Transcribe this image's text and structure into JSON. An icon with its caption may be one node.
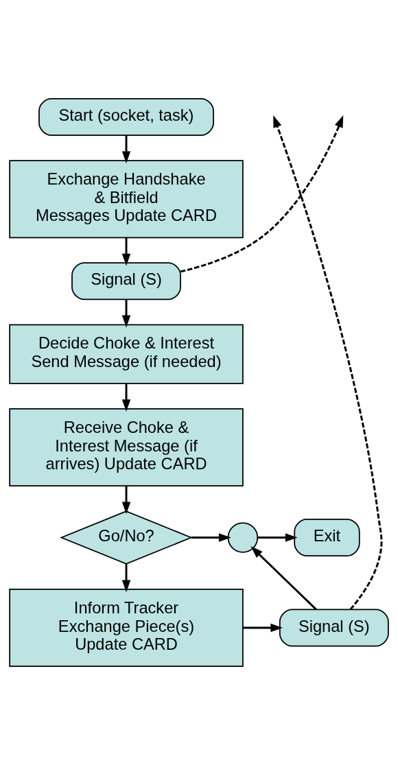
{
  "diagram": {
    "nodes": [
      {
        "text": [
          "Start (socket, task)"
        ]
      },
      {
        "text": [
          "Exchange Handshake & Bitfield Messages Update CARD"
        ]
      },
      {
        "text": [
          "Signal (S)"
        ]
      },
      {
        "text": [
          "Decide Choke & Interest Send Message (if needed)"
        ]
      },
      {
        "text": [
          "Receive Choke & Interest Message (if arrives) Update CARD"
        ]
      },
      {
        "text": [
          "Go/No?"
        ]
      },
      {
        "text": [],
        "shape": "circle"
      },
      {
        "text": [
          "Exit"
        ]
      },
      {
        "text": [
          "Signal (S)"
        ]
      },
      {
        "text": [
          "Inform Tracker Exchange Piece(s) Update CARD"
        ]
      }
    ],
    "edges": [
      {
        "from": 0,
        "to": 1,
        "arrow": "to"
      },
      {
        "from": 1,
        "to": 2,
        "arrow": "to"
      },
      {
        "from": 2,
        "to": null,
        "arrow": "to",
        "style": "dashed"
      },
      {
        "from": 2,
        "to": 3,
        "arrow": "to"
      },
      {
        "from": 3,
        "to": 4,
        "arrow": "to"
      },
      {
        "from": 4,
        "to": 5,
        "arrow": "to"
      },
      {
        "from": 5,
        "to": 6,
        "arrow": "to"
      },
      {
        "from": 6,
        "to": 7,
        "arrow": "to"
      },
      {
        "from": 5,
        "to": 9,
        "arrow": "to"
      },
      {
        "from": 9,
        "to": 8,
        "arrow": "to"
      },
      {
        "from": 8,
        "to": 6,
        "arrow": "to"
      },
      {
        "from": 8,
        "to": null,
        "arrow": "to",
        "style": "dashed"
      }
    ]
  }
}
